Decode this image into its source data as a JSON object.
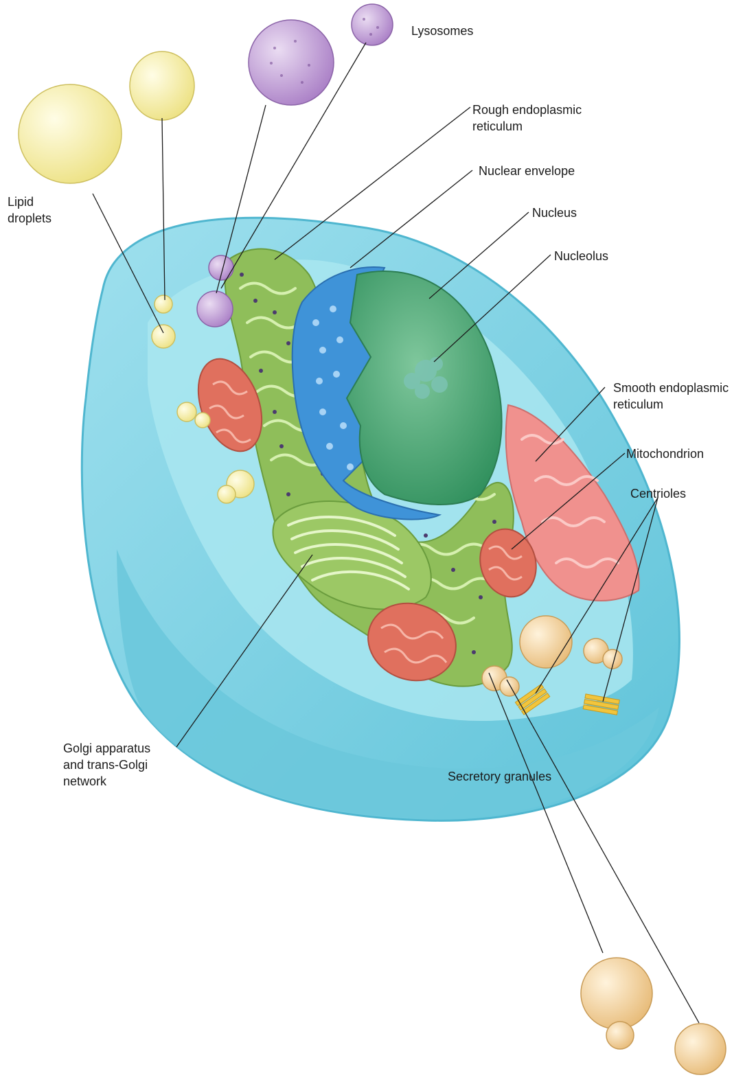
{
  "labels": {
    "lysosomes": "Lysosomes",
    "rough_er": "Rough endoplasmic\nreticulum",
    "nuclear_envelope": "Nuclear envelope",
    "nucleus": "Nucleus",
    "nucleolus": "Nucleolus",
    "lipid_droplets": "Lipid\ndroplets",
    "smooth_er": "Smooth endoplasmic\nreticulum",
    "mitochondrion": "Mitochondrion",
    "centrioles": "Centrioles",
    "golgi": "Golgi apparatus\nand trans-Golgi\nnetwork",
    "secretory_granules": "Secretory granules"
  },
  "colors": {
    "cytoplasm": "#7fd3e3",
    "cytoplasm_edge": "#4fb6cf",
    "nucleus": "#4cad78",
    "nuclear_envelope": "#3f93d8",
    "rough_er": "#8fbe5a",
    "smooth_er": "#f0918e",
    "mitochondrion": "#e0705e",
    "lysosome": "#b98ad0",
    "lipid": "#f3ecaa",
    "secretory": "#f1cf95",
    "centriole": "#f2c53c",
    "leader_line": "#1a1a1a"
  }
}
